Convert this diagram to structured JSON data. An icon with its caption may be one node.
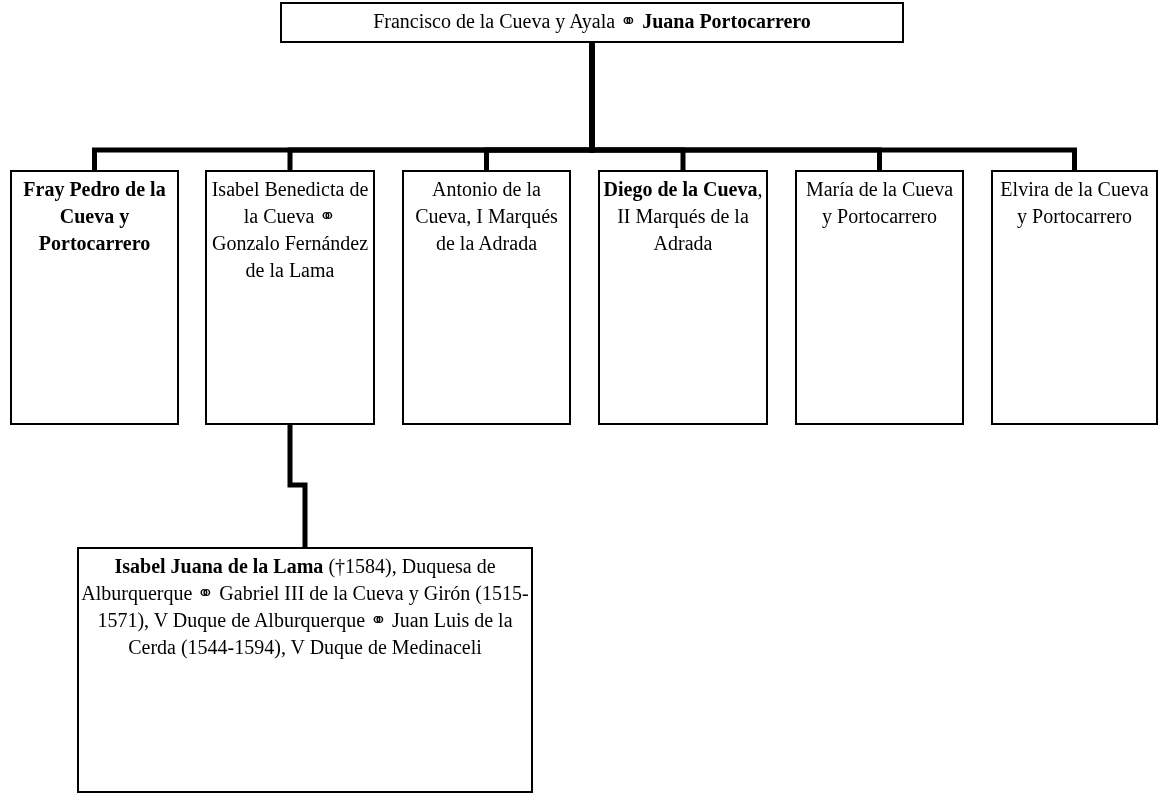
{
  "diagram": {
    "nodes": [
      {
        "text": [
          "Francisco de la Cueva y Ayala ⚭ **Juana Portocarrero**"
        ]
      },
      {
        "text": [
          "Fray Pedro de la Cueva y Portocarrero"
        ]
      },
      {
        "text": [
          "Isabel Benedicta de la Cueva ⚭ Gonzalo Fernández de la Lama"
        ]
      },
      {
        "text": [
          "Antonio de la Cueva, I Marqués de la Adrada"
        ]
      },
      {
        "text": [
          "**Diego de la Cueva**, II Marqués de la Adrada"
        ]
      },
      {
        "text": [
          "María de la Cueva y Portocarrero"
        ]
      },
      {
        "text": [
          "Elvira de la Cueva y Portocarrero"
        ]
      },
      {
        "text": [
          "**Isabel Juana de la Lama** (†1584), Duquesa de Alburquerque ⚭ Gabriel III de la Cueva y Girón (1515-1571), V Duque de Alburquerque ⚭ Juan Luis de la Cerda (1544-1594), V Duque de Medinaceli"
        ]
      }
    ],
    "edges": [
      {
        "from": 0,
        "to": 1,
        "arrow": "none"
      },
      {
        "from": 0,
        "to": 2,
        "arrow": "none"
      },
      {
        "from": 0,
        "to": 3,
        "arrow": "none"
      },
      {
        "from": 0,
        "to": 4,
        "arrow": "none"
      },
      {
        "from": 0,
        "to": 5,
        "arrow": "none"
      },
      {
        "from": 0,
        "to": 6,
        "arrow": "none"
      },
      {
        "from": 2,
        "to": 7,
        "arrow": "none"
      }
    ]
  }
}
